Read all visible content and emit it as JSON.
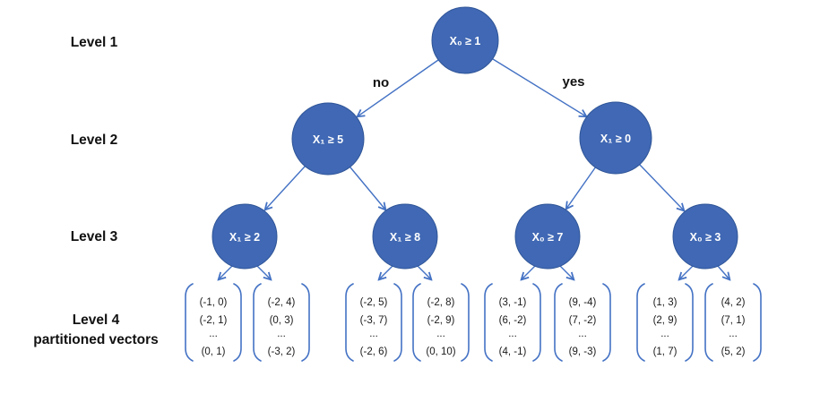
{
  "figure": {
    "colors": {
      "node_fill": "#4068B4",
      "node_stroke": "#2F5597",
      "edge_stroke": "#4472C4",
      "node_text": "#FFFFFF",
      "label_text": "#111111",
      "background": "#FFFFFF"
    },
    "level_labels": [
      {
        "label": "Level 1"
      },
      {
        "label": "Level 2"
      },
      {
        "label": "Level 3"
      },
      {
        "label": "Level 4",
        "line2": "partitioned vectors"
      }
    ],
    "branch_labels": {
      "no": "no",
      "yes": "yes"
    },
    "nodes": {
      "root": {
        "label": "X₀ ≥ 1"
      },
      "l2_left": {
        "label": "X₁ ≥ 5"
      },
      "l2_right": {
        "label": "X₁ ≥ 0"
      },
      "l3_a": {
        "label": "X₁ ≥ 2"
      },
      "l3_b": {
        "label": "X₁ ≥ 8"
      },
      "l3_c": {
        "label": "X₀ ≥ 7"
      },
      "l3_d": {
        "label": "X₀ ≥ 3"
      }
    },
    "leaves": [
      {
        "items": [
          "(-1, 0)",
          "(-2, 1)",
          "...",
          "(0, 1)"
        ]
      },
      {
        "items": [
          "(-2, 4)",
          "(0, 3)",
          "...",
          "(-3, 2)"
        ]
      },
      {
        "items": [
          "(-2, 5)",
          "(-3, 7)",
          "...",
          "(-2, 6)"
        ]
      },
      {
        "items": [
          "(-2, 8)",
          "(-2, 9)",
          "...",
          "(0, 10)"
        ]
      },
      {
        "items": [
          "(3, -1)",
          "(6, -2)",
          "...",
          "(4, -1)"
        ]
      },
      {
        "items": [
          "(9, -4)",
          "(7, -2)",
          "...",
          "(9, -3)"
        ]
      },
      {
        "items": [
          "(1, 3)",
          "(2, 9)",
          "...",
          "(1, 7)"
        ]
      },
      {
        "items": [
          "(4, 2)",
          "(7, 1)",
          "...",
          "(5, 2)"
        ]
      }
    ]
  }
}
